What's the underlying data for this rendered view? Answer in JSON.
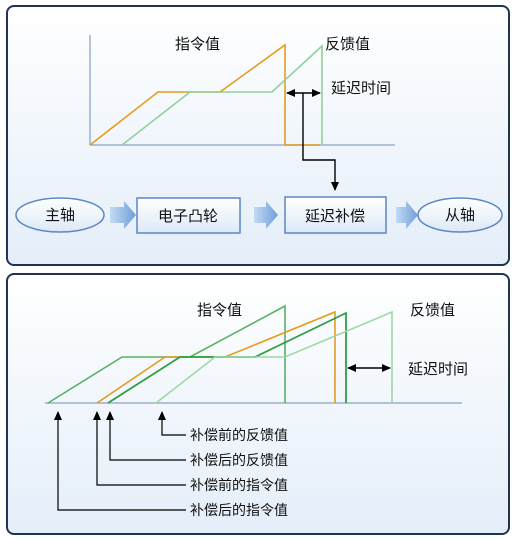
{
  "colors": {
    "panel_border": "#1f3352",
    "axis": "#9ab0d0",
    "command": "#e69b1e",
    "feedback": "#8fd29a",
    "compensated": "#2e9e46",
    "flow_box_border": "#5b86c5",
    "flow_arrow": "#7aa7dc"
  },
  "top": {
    "command_label": "指令值",
    "feedback_label": "反馈值",
    "delay_label": "延迟时间",
    "flow": {
      "main_axis": "主轴",
      "electronic_cam": "电子凸轮",
      "delay_compensation": "延迟补偿",
      "slave_axis": "从轴"
    }
  },
  "bottom": {
    "command_label": "指令值",
    "feedback_label": "反馈值",
    "delay_label": "延迟时间",
    "legend": {
      "feedback_before": "补偿前的反馈值",
      "feedback_after": "补偿后的反馈值",
      "command_before": "补偿前的指令值",
      "command_after": "补偿后的指令值"
    }
  }
}
